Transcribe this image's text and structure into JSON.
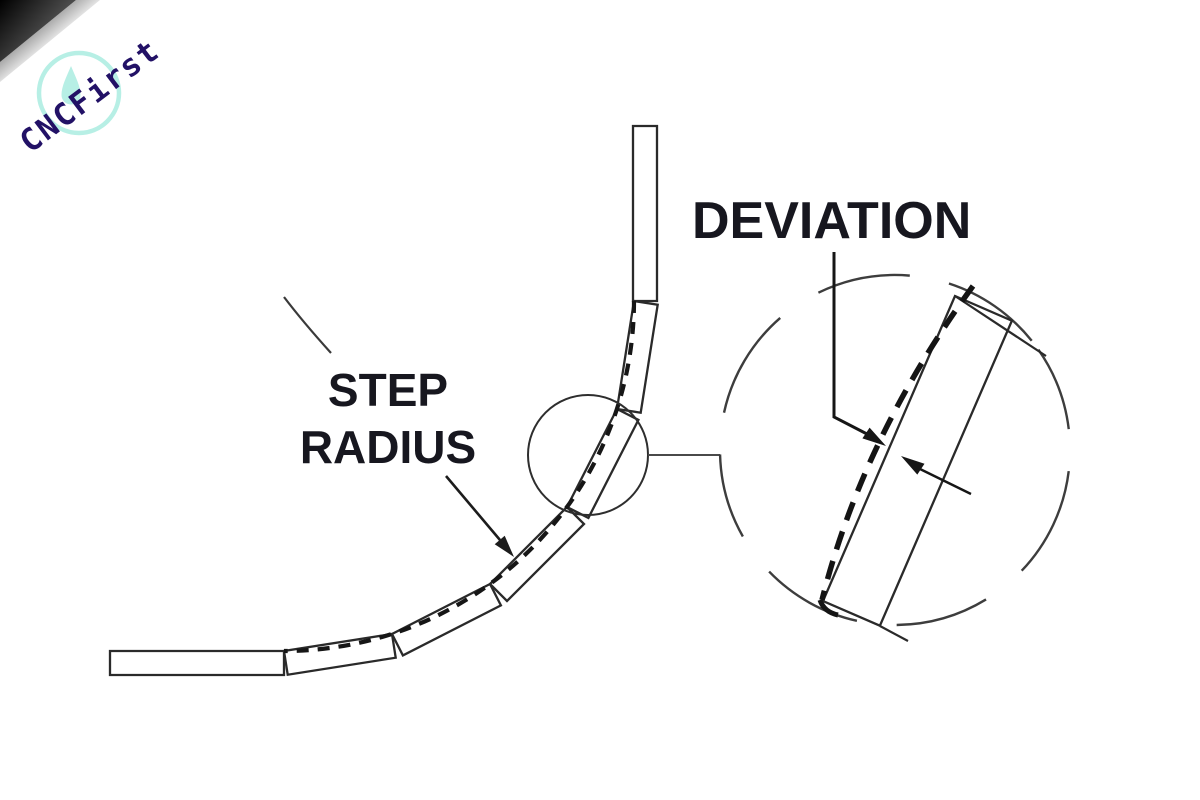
{
  "brand": {
    "name": "CNCFirst"
  },
  "labels": {
    "step_radius_line1": "STEP",
    "step_radius_line2": "RADIUS",
    "deviation": "DEVIATION"
  },
  "icons": {
    "logo": "droplet-icon"
  },
  "colors": {
    "brand_navy": "#221166",
    "logo_aqua": "#b7efe5",
    "diagram_ink": "#1f1f1f",
    "background": "#ffffff"
  }
}
